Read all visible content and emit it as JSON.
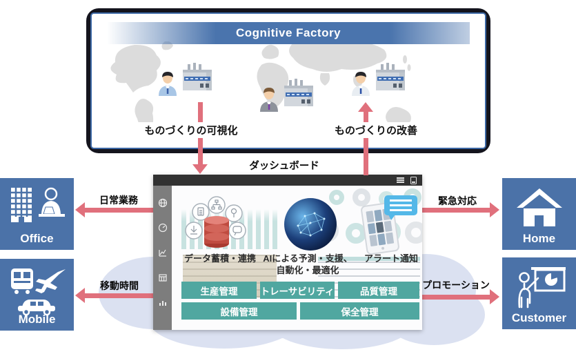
{
  "cognitive_factory": {
    "title": "Cognitive Factory",
    "visualize_label": "ものづくりの可視化",
    "improve_label": "ものづくりの改善"
  },
  "dashboard": {
    "label": "ダッシュボード",
    "features": {
      "data": {
        "caption": "データ蓄積・連携"
      },
      "ai": {
        "caption_line1": "AIによる予測・支援、",
        "caption_line2": "自動化・最適化"
      },
      "alert": {
        "caption": "アラート通知"
      }
    },
    "buttons": [
      {
        "label": "生産管理"
      },
      {
        "label": "トレーサビリティ"
      },
      {
        "label": "品質管理"
      },
      {
        "label": "設備管理"
      },
      {
        "label": "保全管理"
      }
    ]
  },
  "nodes": {
    "office": {
      "label": "Office",
      "arrow_label": "日常業務"
    },
    "mobile": {
      "label": "Mobile",
      "arrow_label": "移動時間"
    },
    "home": {
      "label": "Home",
      "arrow_label": "緊急対応"
    },
    "customer": {
      "label": "Customer",
      "arrow_label": "プロモーション"
    }
  },
  "colors": {
    "node_blue": "#4b72a8",
    "arrow_red": "#e0707c",
    "button_teal": "#50a7a0",
    "banner_blue": "#4a74ad",
    "cloud": "#dbe1f1",
    "map_gray": "#dcdcdc"
  }
}
